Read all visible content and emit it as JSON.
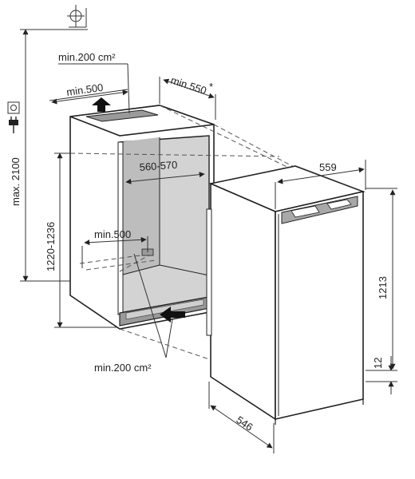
{
  "labels": {
    "max_height": "max. 2100",
    "niche_height": "1220-1236",
    "vent_top": "min.200 cm²",
    "vent_bottom": "min.200 cm²",
    "depth_top": "min.500",
    "depth_bottom": "min.500",
    "side_depth": "min.550",
    "asterisk": "*",
    "niche_width": "560-570",
    "unit_width": "559",
    "unit_height": "1213",
    "foot_height": "12",
    "unit_depth": "546"
  },
  "icons": {
    "crosshair": "crosshair-circle-icon",
    "socket": "power-socket-icon",
    "plug": "power-plug-icon",
    "arrow_up": "air-outflow-arrow-icon",
    "arrow_in": "air-inflow-arrow-icon"
  }
}
